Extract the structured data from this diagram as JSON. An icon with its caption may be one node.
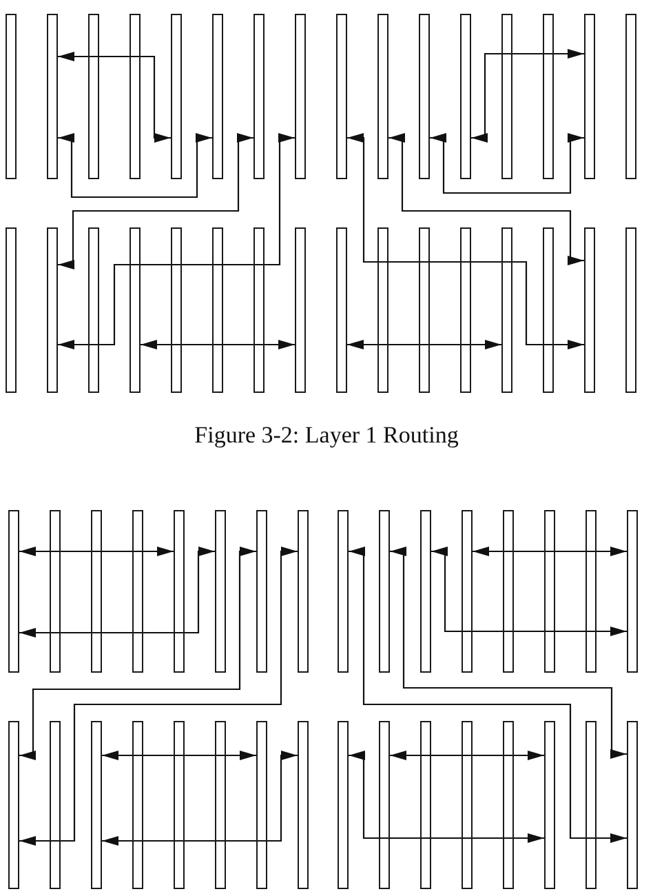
{
  "diagram": {
    "caption": "Figure 3-2: Layer 1 Routing",
    "nodes": [
      {
        "text": [],
        "shape": "bar"
      },
      {
        "text": [],
        "shape": "bar"
      },
      {
        "text": [],
        "shape": "bar"
      },
      {
        "text": [],
        "shape": "bar"
      },
      {
        "text": [],
        "shape": "bar"
      },
      {
        "text": [],
        "shape": "bar"
      },
      {
        "text": [],
        "shape": "bar"
      },
      {
        "text": [],
        "shape": "bar"
      },
      {
        "text": [],
        "shape": "bar"
      },
      {
        "text": [],
        "shape": "bar"
      },
      {
        "text": [],
        "shape": "bar"
      },
      {
        "text": [],
        "shape": "bar"
      },
      {
        "text": [],
        "shape": "bar"
      },
      {
        "text": [],
        "shape": "bar"
      },
      {
        "text": [],
        "shape": "bar"
      },
      {
        "text": [],
        "shape": "bar"
      },
      {
        "text": [],
        "shape": "bar"
      },
      {
        "text": [],
        "shape": "bar"
      },
      {
        "text": [],
        "shape": "bar"
      },
      {
        "text": [],
        "shape": "bar"
      },
      {
        "text": [],
        "shape": "bar"
      },
      {
        "text": [],
        "shape": "bar"
      },
      {
        "text": [],
        "shape": "bar"
      },
      {
        "text": [],
        "shape": "bar"
      },
      {
        "text": [],
        "shape": "bar"
      },
      {
        "text": [],
        "shape": "bar"
      },
      {
        "text": [],
        "shape": "bar"
      },
      {
        "text": [],
        "shape": "bar"
      },
      {
        "text": [],
        "shape": "bar"
      },
      {
        "text": [],
        "shape": "bar"
      },
      {
        "text": [],
        "shape": "bar"
      },
      {
        "text": [],
        "shape": "bar"
      },
      {
        "text": [],
        "shape": "bar"
      },
      {
        "text": [],
        "shape": "bar"
      },
      {
        "text": [],
        "shape": "bar"
      },
      {
        "text": [],
        "shape": "bar"
      },
      {
        "text": [],
        "shape": "bar"
      },
      {
        "text": [],
        "shape": "bar"
      },
      {
        "text": [],
        "shape": "bar"
      },
      {
        "text": [],
        "shape": "bar"
      },
      {
        "text": [],
        "shape": "bar"
      },
      {
        "text": [],
        "shape": "bar"
      },
      {
        "text": [],
        "shape": "bar"
      },
      {
        "text": [],
        "shape": "bar"
      },
      {
        "text": [],
        "shape": "bar"
      },
      {
        "text": [],
        "shape": "bar"
      },
      {
        "text": [],
        "shape": "bar"
      },
      {
        "text": [],
        "shape": "bar"
      },
      {
        "text": [],
        "shape": "bar"
      },
      {
        "text": [],
        "shape": "bar"
      },
      {
        "text": [],
        "shape": "bar"
      },
      {
        "text": [],
        "shape": "bar"
      },
      {
        "text": [],
        "shape": "bar"
      },
      {
        "text": [],
        "shape": "bar"
      },
      {
        "text": [],
        "shape": "bar"
      },
      {
        "text": [],
        "shape": "bar"
      },
      {
        "text": [],
        "shape": "bar"
      },
      {
        "text": [],
        "shape": "bar"
      },
      {
        "text": [],
        "shape": "bar"
      },
      {
        "text": [],
        "shape": "bar"
      },
      {
        "text": [],
        "shape": "bar"
      },
      {
        "text": [],
        "shape": "bar"
      },
      {
        "text": [],
        "shape": "bar"
      },
      {
        "text": [],
        "shape": "bar"
      }
    ],
    "edges": [
      {
        "from": 1,
        "to": 4,
        "arrow": "both"
      },
      {
        "from": 1,
        "to": 5,
        "arrow": "both"
      },
      {
        "from": 6,
        "to": 17,
        "arrow": "both"
      },
      {
        "from": 7,
        "to": 17,
        "arrow": "both"
      },
      {
        "from": 19,
        "to": 23,
        "arrow": "both"
      },
      {
        "from": 11,
        "to": 14,
        "arrow": "both"
      },
      {
        "from": 10,
        "to": 14,
        "arrow": "both"
      },
      {
        "from": 9,
        "to": 30,
        "arrow": "both"
      },
      {
        "from": 8,
        "to": 30,
        "arrow": "both"
      },
      {
        "from": 24,
        "to": 28,
        "arrow": "both"
      },
      {
        "from": 32,
        "to": 36,
        "arrow": "both"
      },
      {
        "from": 32,
        "to": 37,
        "arrow": "both"
      },
      {
        "from": 38,
        "to": 48,
        "arrow": "both"
      },
      {
        "from": 39,
        "to": 48,
        "arrow": "both"
      },
      {
        "from": 42,
        "to": 47,
        "arrow": "both"
      },
      {
        "from": 43,
        "to": 47,
        "arrow": "both"
      },
      {
        "from": 41,
        "to": 63,
        "arrow": "both"
      },
      {
        "from": 40,
        "to": 63,
        "arrow": "both"
      },
      {
        "from": 50,
        "to": 54,
        "arrow": "both"
      },
      {
        "from": 50,
        "to": 55,
        "arrow": "both"
      },
      {
        "from": 56,
        "to": 61,
        "arrow": "both"
      },
      {
        "from": 57,
        "to": 61,
        "arrow": "both"
      }
    ]
  }
}
